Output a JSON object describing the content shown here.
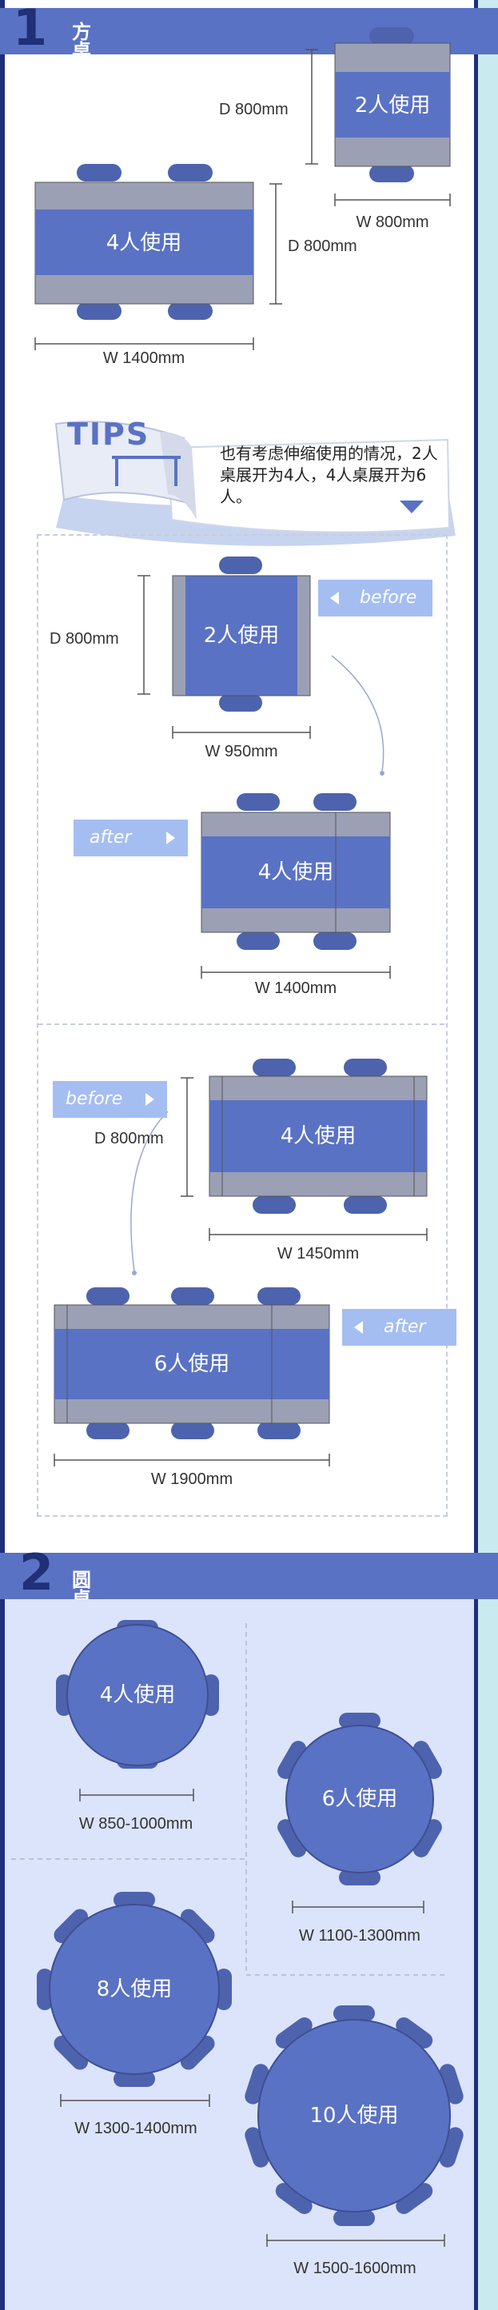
{
  "sections": [
    {
      "number": "1",
      "title": "方桌"
    },
    {
      "number": "2",
      "title": "圆桌"
    }
  ],
  "square": {
    "two_person": {
      "label": "2人使用",
      "depth": "D 800mm",
      "width": "W 800mm"
    },
    "four_person": {
      "label": "4人使用",
      "depth": "D 800mm",
      "width": "W 1400mm"
    }
  },
  "tips": {
    "badge": "TIPS",
    "text": "也有考虑伸缩使用的情况，2人桌展开为4人，4人桌展开为6人。"
  },
  "extend_a": {
    "before_tag": "before",
    "before_label": "2人使用",
    "before_depth": "D 800mm",
    "before_width": "W 950mm",
    "after_tag": "after",
    "after_label": "4人使用",
    "after_width": "W 1400mm"
  },
  "extend_b": {
    "before_tag": "before",
    "before_label": "4人使用",
    "before_depth": "D 800mm",
    "before_width": "W 1450mm",
    "after_tag": "after",
    "after_label": "6人使用",
    "after_width": "W 1900mm"
  },
  "round": [
    {
      "label": "4人使用",
      "width": "W 850-1000mm"
    },
    {
      "label": "6人使用",
      "width": "W 1100-1300mm"
    },
    {
      "label": "8人使用",
      "width": "W 1300-1400mm"
    },
    {
      "label": "10人使用",
      "width": "W 1500-1600mm"
    }
  ],
  "colors": {
    "header": "#5a72c4",
    "header_number": "#1f2f78",
    "table_blue": "#5a72c4",
    "table_gray": "#9ba0b5",
    "chair": "#4d63ad",
    "tag": "#a4bef2",
    "side_bar": "#c9ebf0",
    "round_bg": "#dbe4fa"
  }
}
